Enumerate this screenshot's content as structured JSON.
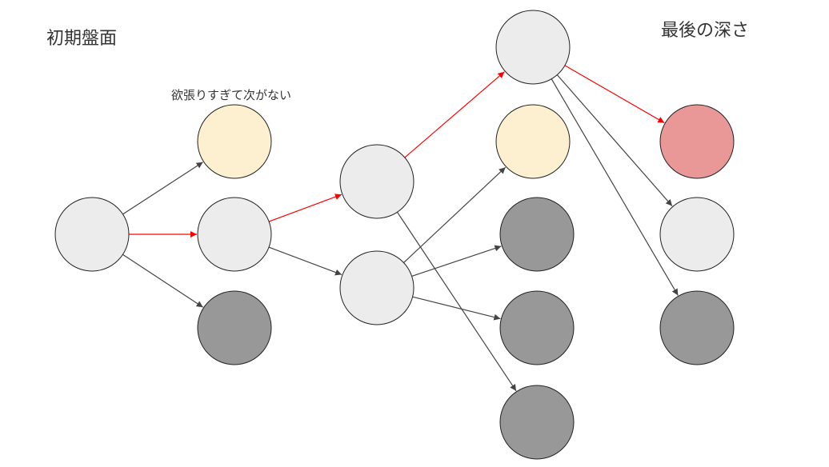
{
  "labels": {
    "initial_board": "初期盤面",
    "final_depth": "最後の深さ",
    "greedy_note": "欲張りすぎて次がない"
  },
  "colors": {
    "gray_light": "#ececec",
    "gray_dark": "#989898",
    "yellow": "#fdf0d0",
    "red_node": "#e99797",
    "edge_normal": "#444444",
    "edge_selected": "#ff0000",
    "stroke": "#222222"
  },
  "nodes": [
    {
      "id": "root",
      "color": "gray_light"
    },
    {
      "id": "d1-top",
      "color": "yellow"
    },
    {
      "id": "d1-mid",
      "color": "gray_light"
    },
    {
      "id": "d1-bot",
      "color": "gray_dark"
    },
    {
      "id": "d2-top",
      "color": "gray_light"
    },
    {
      "id": "d2-bot",
      "color": "gray_light"
    },
    {
      "id": "d3-top",
      "color": "gray_light"
    },
    {
      "id": "d3-yellow",
      "color": "yellow"
    },
    {
      "id": "d3-dark1",
      "color": "gray_dark"
    },
    {
      "id": "d3-dark2",
      "color": "gray_dark"
    },
    {
      "id": "d3-dark3",
      "color": "gray_dark"
    },
    {
      "id": "d4-red",
      "color": "red_node"
    },
    {
      "id": "d4-light",
      "color": "gray_light"
    },
    {
      "id": "d4-dark",
      "color": "gray_dark"
    }
  ],
  "edges": [
    {
      "from": "root",
      "to": "d1-top",
      "selected": false
    },
    {
      "from": "root",
      "to": "d1-mid",
      "selected": true
    },
    {
      "from": "root",
      "to": "d1-bot",
      "selected": false
    },
    {
      "from": "d1-mid",
      "to": "d2-top",
      "selected": true
    },
    {
      "from": "d1-mid",
      "to": "d2-bot",
      "selected": false
    },
    {
      "from": "d2-top",
      "to": "d3-top",
      "selected": true
    },
    {
      "from": "d2-top",
      "to": "d3-dark3",
      "selected": false
    },
    {
      "from": "d2-bot",
      "to": "d3-yellow",
      "selected": false
    },
    {
      "from": "d2-bot",
      "to": "d3-dark1",
      "selected": false
    },
    {
      "from": "d2-bot",
      "to": "d3-dark2",
      "selected": false
    },
    {
      "from": "d3-top",
      "to": "d4-red",
      "selected": true
    },
    {
      "from": "d3-top",
      "to": "d4-light",
      "selected": false
    },
    {
      "from": "d3-top",
      "to": "d4-dark",
      "selected": false
    }
  ]
}
